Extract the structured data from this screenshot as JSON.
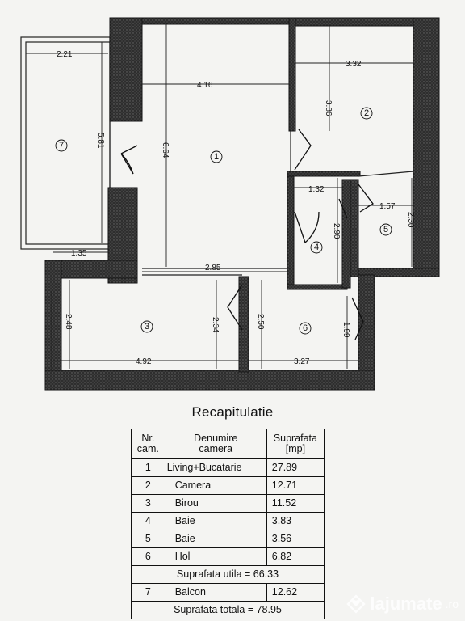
{
  "plan": {
    "rooms": [
      {
        "num": "1"
      },
      {
        "num": "2"
      },
      {
        "num": "3"
      },
      {
        "num": "4"
      },
      {
        "num": "5"
      },
      {
        "num": "6"
      },
      {
        "num": "7"
      }
    ],
    "dims": {
      "d221": "2.21",
      "d416": "4.16",
      "d332": "3.32",
      "d386": "3.86",
      "d581": "5.81",
      "d664": "6.64",
      "d132": "1.32",
      "d157": "1.57",
      "d290": "2.90",
      "d230": "2.30",
      "d135": "1.35",
      "d285": "2.85",
      "d248": "2.48",
      "d234": "2.34",
      "d250": "2.50",
      "d199": "1.99",
      "d492": "4.92",
      "d327": "3.27"
    }
  },
  "recap": {
    "title": "Recapitulatie",
    "header": {
      "nr_line1": "Nr.",
      "nr_line2": "cam.",
      "name_line1": "Denumire",
      "name_line2": "camera",
      "area_line1": "Suprafata",
      "area_line2": "[mp]"
    },
    "rows": [
      {
        "nr": "1",
        "name": "Living+Bucatarie",
        "area": "27.89"
      },
      {
        "nr": "2",
        "name": "Camera",
        "area": "12.71"
      },
      {
        "nr": "3",
        "name": "Birou",
        "area": "11.52"
      },
      {
        "nr": "4",
        "name": "Baie",
        "area": "3.83"
      },
      {
        "nr": "5",
        "name": "Baie",
        "area": "3.56"
      },
      {
        "nr": "6",
        "name": "Hol",
        "area": "6.82"
      }
    ],
    "suprafata_utila": "Suprafata utila = 66.33",
    "balcon": {
      "nr": "7",
      "name": "Balcon",
      "area": "12.62"
    },
    "suprafata_totala": "Suprafata totala = 78.95"
  },
  "watermark": {
    "text": "lajumate",
    "suffix": ".ro",
    "icon": "heart-diamond-icon"
  },
  "colors": {
    "wall": "#2a2a2a",
    "paper": "#f4f4f2",
    "ink": "#111111"
  }
}
